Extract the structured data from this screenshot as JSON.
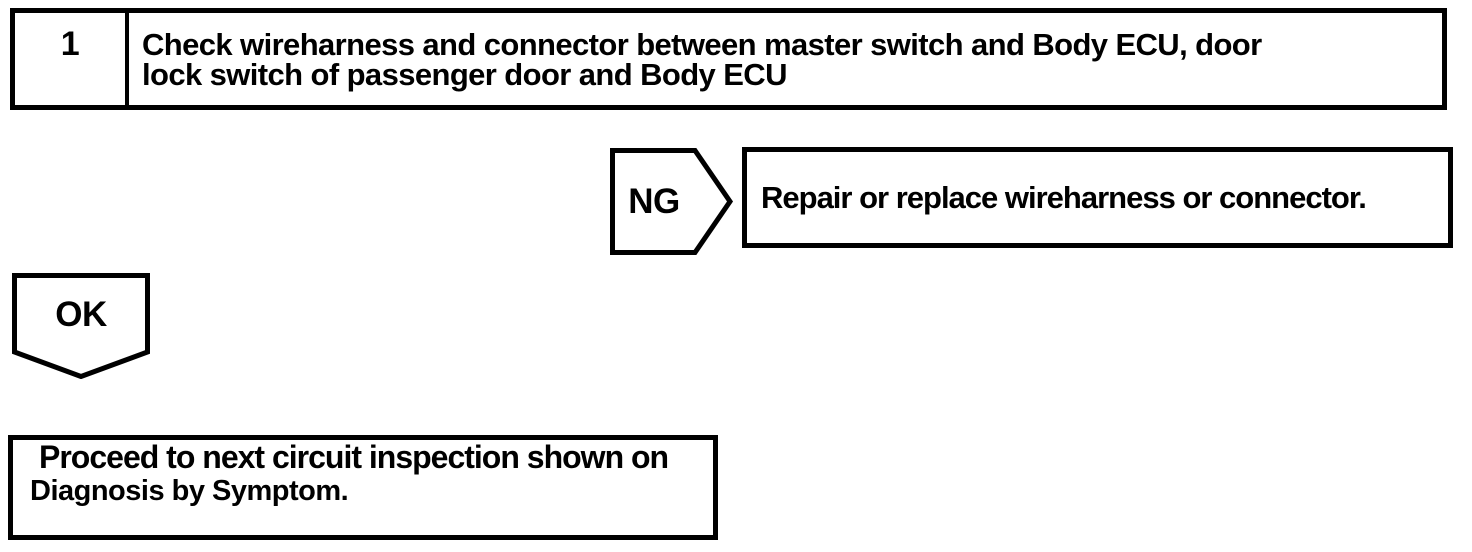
{
  "page": {
    "background_color": "#ffffff",
    "ink_color": "#000000"
  },
  "flowchart": {
    "step": {
      "number": "1",
      "instruction_line1": "Check wireharness and connector between master switch and Body ECU, door",
      "instruction_line2": "lock switch of passenger door and Body ECU"
    },
    "ng_branch": {
      "label": "NG",
      "action": "Repair or replace wireharness or connector."
    },
    "ok_branch": {
      "label": "OK",
      "result_line1": "Proceed to next circuit inspection shown on",
      "result_line2": "Diagnosis by Symptom."
    }
  }
}
